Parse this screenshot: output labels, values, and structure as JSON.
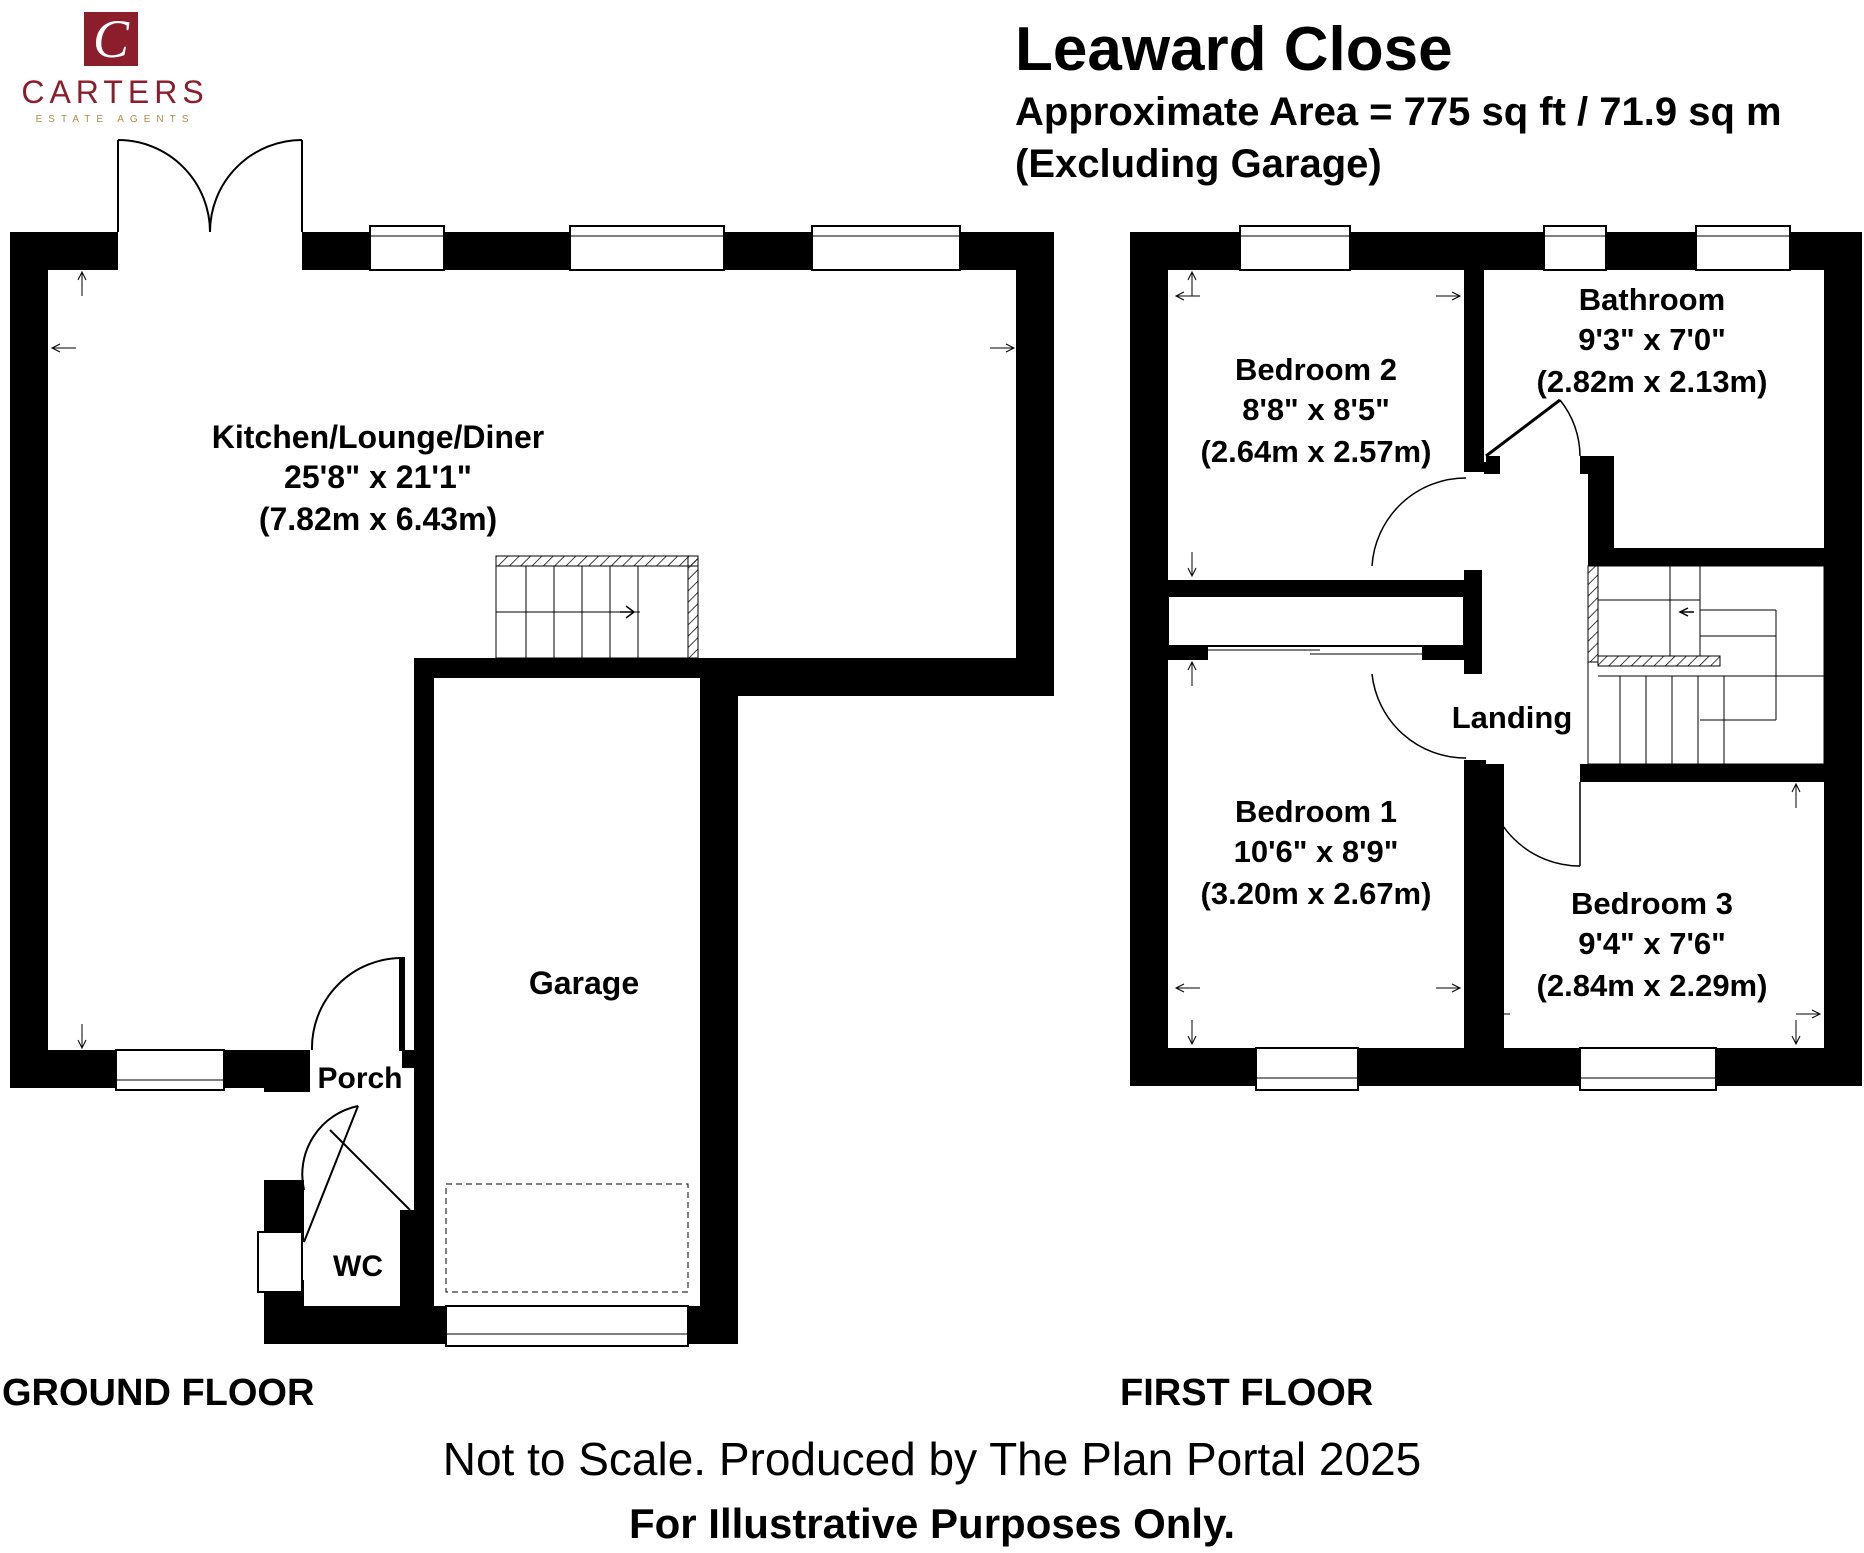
{
  "logo": {
    "mark": "C",
    "name": "CARTERS",
    "tagline": "ESTATE AGENTS",
    "brand_color": "#8c1d2a",
    "accent_color": "#b08d4a"
  },
  "header": {
    "title": "Leaward Close",
    "area": "Approximate Area = 775 sq ft / 71.9 sq m",
    "note": "(Excluding Garage)"
  },
  "ground_floor": {
    "label": "GROUND FLOOR",
    "rooms": {
      "kitchen": {
        "name": "Kitchen/Lounge/Diner",
        "imperial": "25'8\" x 21'1\"",
        "metric": "(7.82m x 6.43m)"
      },
      "garage": {
        "name": "Garage"
      },
      "porch": {
        "name": "Porch"
      },
      "wc": {
        "name": "WC"
      }
    }
  },
  "first_floor": {
    "label": "FIRST FLOOR",
    "rooms": {
      "bedroom2": {
        "name": "Bedroom 2",
        "imperial": "8'8\" x 8'5\"",
        "metric": "(2.64m x 2.57m)"
      },
      "bathroom": {
        "name": "Bathroom",
        "imperial": "9'3\" x 7'0\"",
        "metric": "(2.82m x 2.13m)"
      },
      "landing": {
        "name": "Landing"
      },
      "bedroom1": {
        "name": "Bedroom 1",
        "imperial": "10'6\" x 8'9\"",
        "metric": "(3.20m x 2.67m)"
      },
      "bedroom3": {
        "name": "Bedroom 3",
        "imperial": "9'4\" x 7'6\"",
        "metric": "(2.84m x 2.29m)"
      }
    }
  },
  "footer": {
    "line1": "Not to Scale. Produced by The Plan Portal 2025",
    "line2": "For Illustrative Purposes Only."
  }
}
